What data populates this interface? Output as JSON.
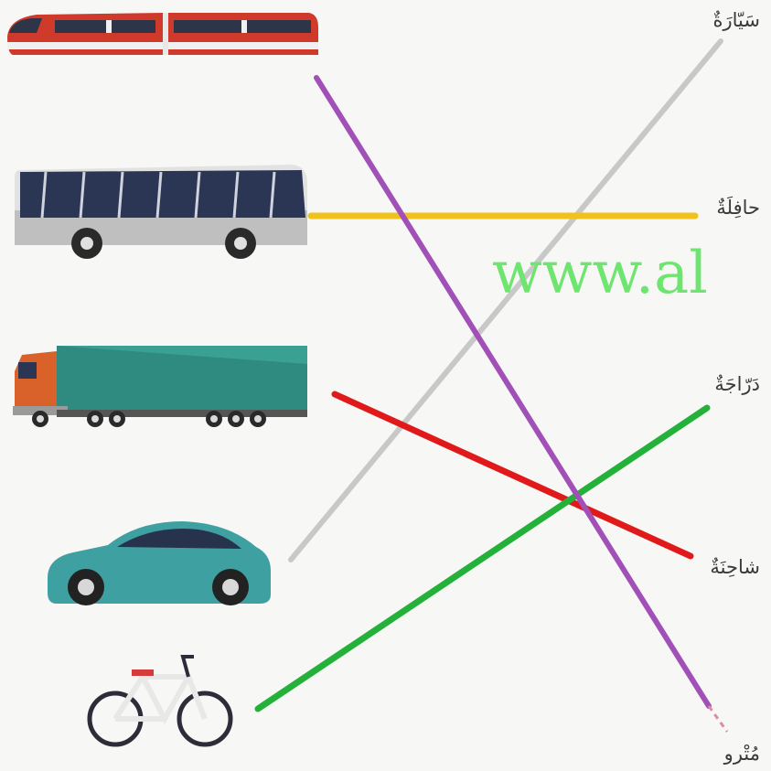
{
  "words": {
    "car": "سَيّارَةٌ",
    "bus": "حافِلَةٌ",
    "bicycle": "دَرّاجَةٌ",
    "truck": "شاحِنَةٌ",
    "metro": "مُتْرو"
  },
  "watermark": "www.al",
  "colors": {
    "purple": "#a150b8",
    "gray": "#c8c8c8",
    "yellow": "#f1c21b",
    "red": "#e0191b",
    "green": "#23b13a"
  }
}
